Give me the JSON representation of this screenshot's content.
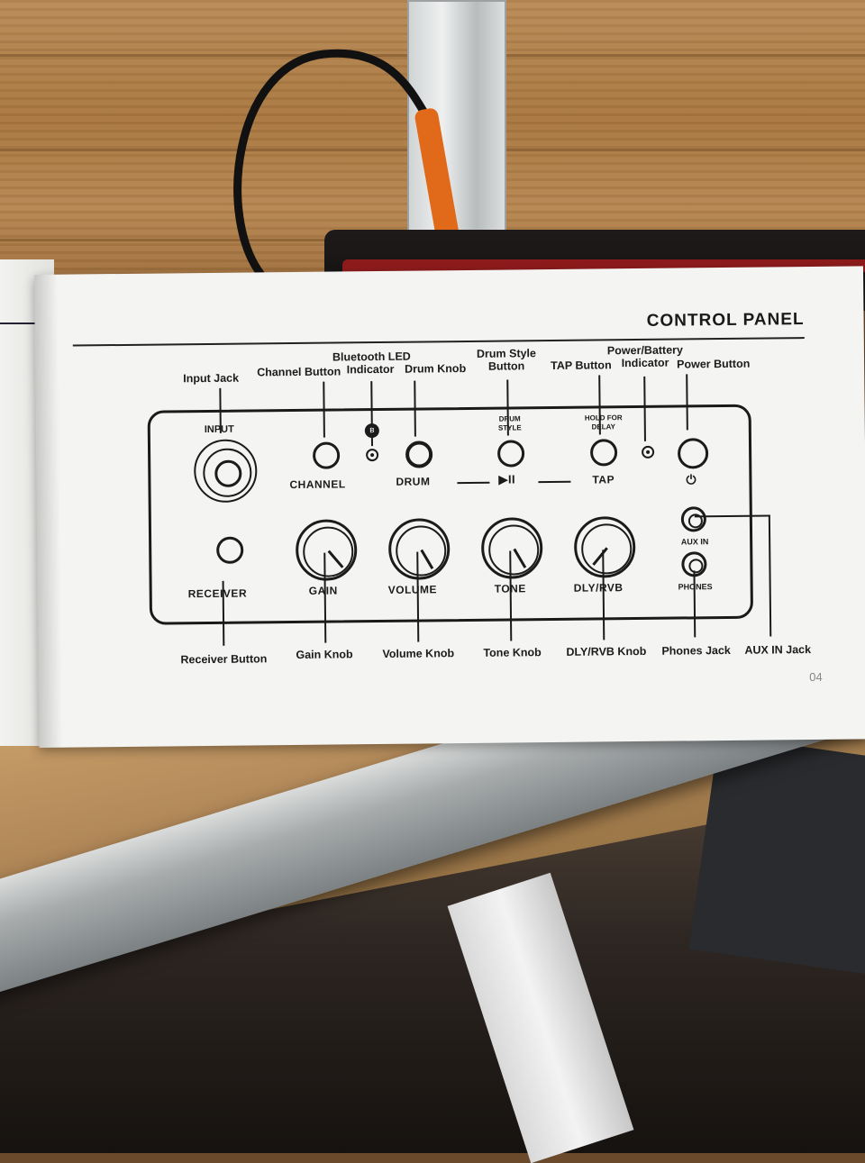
{
  "manual": {
    "section_title": "CONTROL PANEL",
    "page_number": "04"
  },
  "callouts": {
    "input_jack": "Input Jack",
    "channel_button": "Channel Button",
    "bluetooth_led": "Bluetooth LED",
    "bluetooth_led_2": "Indicator",
    "drum_knob": "Drum Knob",
    "drum_style": "Drum Style",
    "drum_style_2": "Button",
    "tap_button": "TAP Button",
    "power_battery": "Power/Battery",
    "power_battery_2": "Indicator",
    "power_button": "Power Button",
    "receiver_button": "Receiver Button",
    "gain_knob": "Gain Knob",
    "volume_knob": "Volume Knob",
    "tone_knob": "Tone Knob",
    "dly_rvb_knob": "DLY/RVB Knob",
    "phones_jack": "Phones Jack",
    "aux_in_jack": "AUX IN Jack"
  },
  "panel": {
    "input": "INPUT",
    "channel": "CHANNEL",
    "drum": "DRUM",
    "play_pause": "▶II",
    "drum_style_1": "DRUM",
    "drum_style_2": "STYLE",
    "hold_1": "HOLD FOR",
    "hold_2": "DELAY",
    "tap": "TAP",
    "aux_in": "AUX IN",
    "phones": "PHONES",
    "receiver": "RECEIVER",
    "gain": "GAIN",
    "volume": "VOLUME",
    "tone": "TONE",
    "dly_rvb": "DLY/RVB",
    "power_symbol": "⏻",
    "bluetooth_symbol": "ʙ"
  }
}
